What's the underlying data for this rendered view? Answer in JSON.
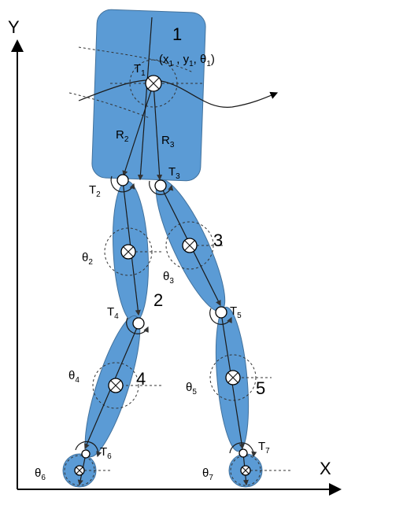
{
  "axes": {
    "x_label": "X",
    "y_label": "Y"
  },
  "segments": [
    {
      "number": "1",
      "center_label": "T",
      "center_sub": "1",
      "coords": "(x",
      "coords_sub1": "1",
      "sep1": " , y",
      "coords_sub2": "1",
      "sep2": ", θ",
      "coords_sub3": "1",
      "close": ")"
    },
    {
      "number": "2",
      "angle": "θ",
      "angle_sub": "2"
    },
    {
      "number": "3",
      "angle": "θ",
      "angle_sub": "3"
    },
    {
      "number": "4",
      "angle": "θ",
      "angle_sub": "4"
    },
    {
      "number": "5",
      "angle": "θ",
      "angle_sub": "5"
    }
  ],
  "vectors": [
    {
      "label": "R",
      "sub": "2"
    },
    {
      "label": "R",
      "sub": "3"
    }
  ],
  "joints": [
    {
      "label": "T",
      "sub": "2"
    },
    {
      "label": "T",
      "sub": "3"
    },
    {
      "label": "T",
      "sub": "4"
    },
    {
      "label": "T",
      "sub": "5"
    },
    {
      "label": "T",
      "sub": "6"
    },
    {
      "label": "T",
      "sub": "7"
    }
  ],
  "feet": [
    {
      "angle": "θ",
      "angle_sub": "6"
    },
    {
      "angle": "θ",
      "angle_sub": "7"
    }
  ]
}
